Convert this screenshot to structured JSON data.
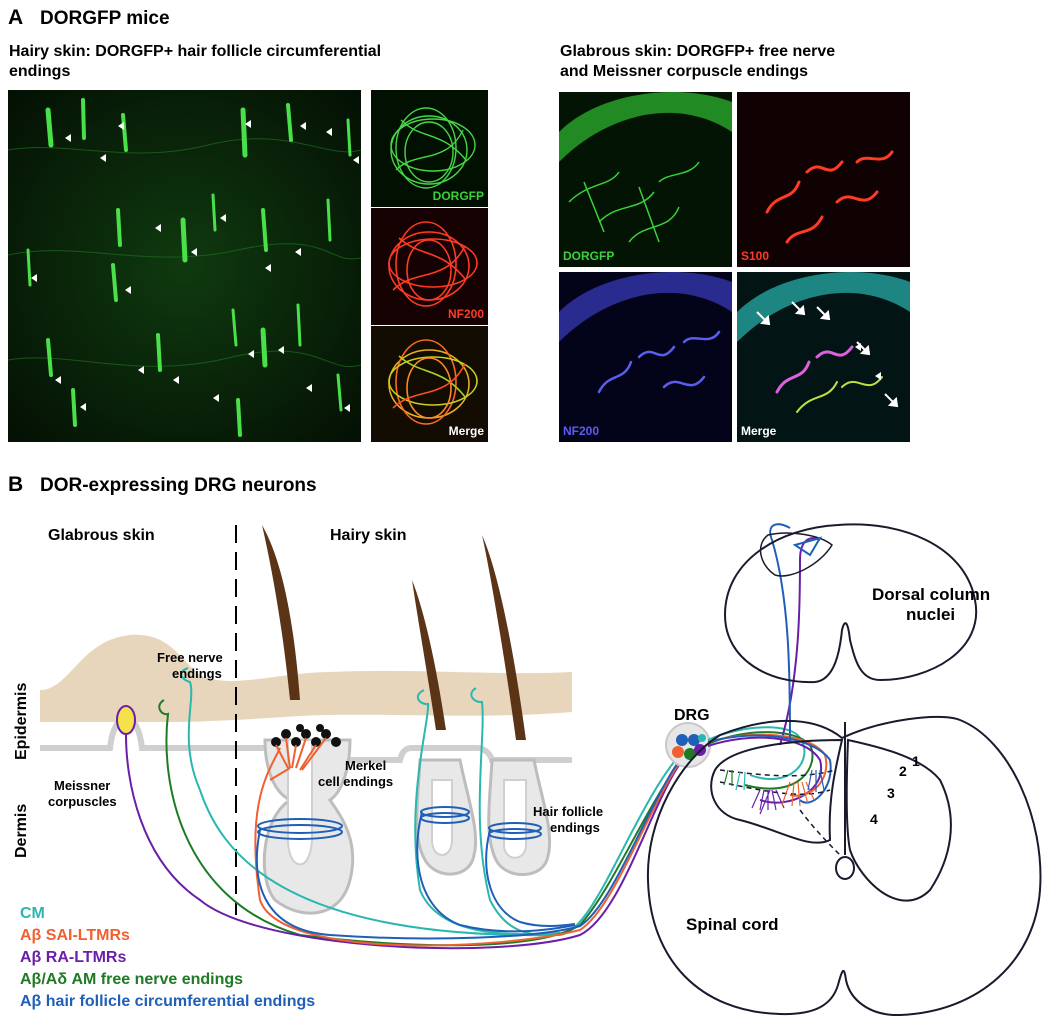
{
  "panel_a": {
    "letter": "A",
    "title": "DORGFP mice",
    "hairy_title_line1": "Hairy skin: DORGFP+ hair follicle circumferential",
    "hairy_title_line2": "endings",
    "glabrous_title_line1": "Glabrous skin: DORGFP+ free nerve",
    "glabrous_title_line2": "and Meissner corpuscle endings",
    "hairy_stack_labels": [
      "DORGFP",
      "NF200",
      "Merge"
    ],
    "glabrous_labels": [
      "DORGFP",
      "S100",
      "NF200",
      "Merge"
    ],
    "colors": {
      "gfp": "#3ad13a",
      "red": "#ff3b24",
      "blue": "#5a5ef0",
      "merge": "#ffffff"
    }
  },
  "panel_b": {
    "letter": "B",
    "title": "DOR-expressing DRG neurons",
    "glabrous_skin": "Glabrous skin",
    "hairy_skin": "Hairy skin",
    "epidermis": "Epidermis",
    "dermis": "Dermis",
    "free_nerve_line1": "Free nerve",
    "free_nerve_line2": "endings",
    "meissner_line1": "Meissner",
    "meissner_line2": "corpuscles",
    "merkel_line1": "Merkel",
    "merkel_line2": "cell endings",
    "hair_follicle_line1": "Hair follicle",
    "hair_follicle_line2": "endings",
    "drg": "DRG",
    "dcn_line1": "Dorsal column",
    "dcn_line2": "nuclei",
    "spinal_cord": "Spinal cord",
    "laminae": [
      "1",
      "2",
      "3",
      "4"
    ],
    "legend": [
      {
        "text": "CM",
        "color": "#2ab7b0"
      },
      {
        "text": "Aβ SAI-LTMRs",
        "color": "#f06030"
      },
      {
        "text": "Aβ RA-LTMRs",
        "color": "#6a1fa8"
      },
      {
        "text": "Aβ/Aδ AM free nerve endings",
        "color": "#1e7a24"
      },
      {
        "text": "Aβ hair follicle circumferential endings",
        "color": "#1f5fb8"
      }
    ]
  }
}
